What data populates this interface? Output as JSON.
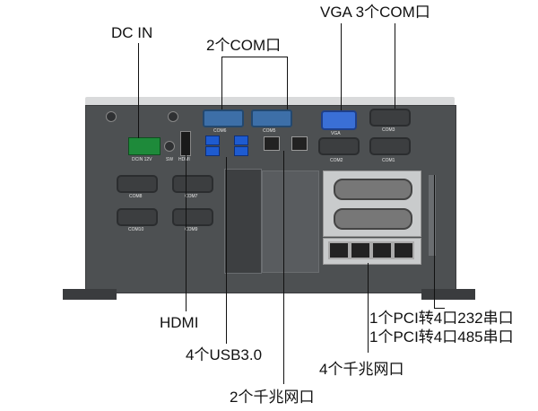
{
  "callouts": {
    "dc_in": "DC IN",
    "vga_3com": "VGA 3个COM口",
    "com2": "2个COM口",
    "hdmi": "HDMI",
    "usb": "4个USB3.0",
    "lan2": "2个千兆网口",
    "lan4": "4个千兆网口",
    "pci232": "1个PCI转4口232串口",
    "pci485": "1个PCI转4口485串口"
  },
  "silkscreen": {
    "com6": "COM6",
    "com5": "COM5",
    "vga": "VGA",
    "com3": "COM3",
    "com2": "COM2",
    "com1": "COM1",
    "dc": "DCIN 12V",
    "sw": "SW",
    "hdmi": "HDMI",
    "com8": "COM8",
    "com7": "COM7",
    "com10": "COM10",
    "com9": "COM9"
  },
  "colors": {
    "chassis": "#4d5052",
    "db9_blue": "#3d6fa8",
    "usb_blue": "#1e5bd0",
    "terminal_green": "#1e8a3a"
  }
}
